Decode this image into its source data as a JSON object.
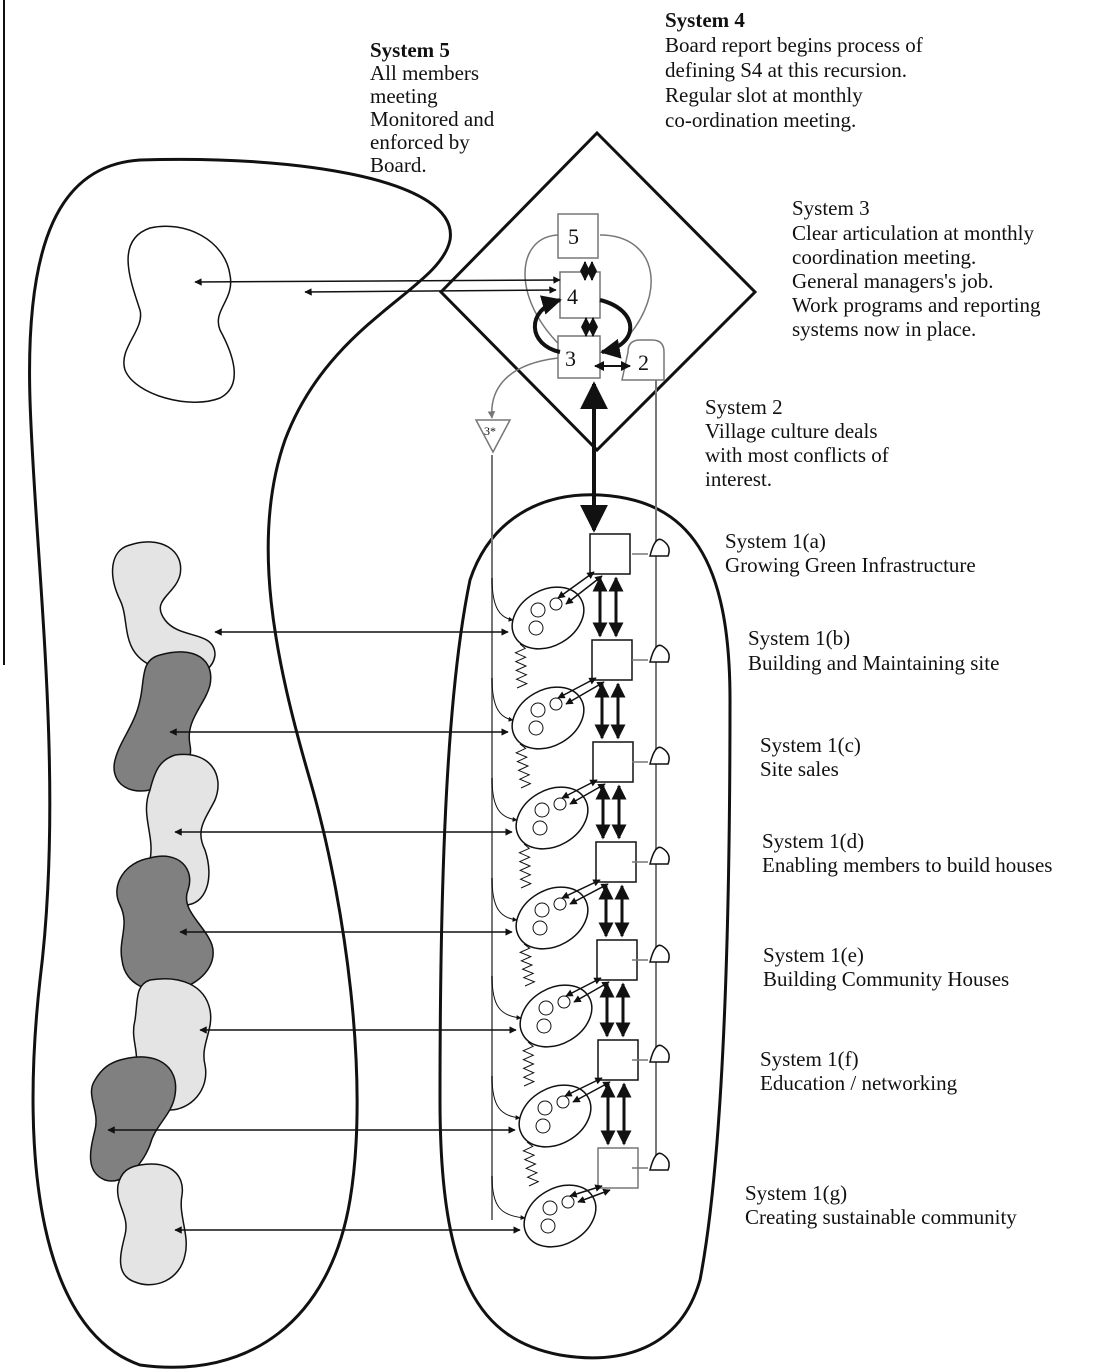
{
  "left_edge_line": true,
  "colors": {
    "ink": "#111111",
    "light_blob": "#e4e4e4",
    "dark_blob": "#808080",
    "grey_line": "#7a7a7a"
  },
  "labels": {
    "s5": [
      "System 5",
      "All members",
      "meeting",
      "Monitored and",
      "enforced by",
      "Board."
    ],
    "s4": [
      "System 4",
      "Board report begins process of",
      "defining S4 at this recursion.",
      "Regular slot at monthly",
      "co-ordination meeting."
    ],
    "s3": [
      "System 3",
      "Clear articulation at monthly",
      "coordination meeting.",
      "General managers's job.",
      "Work programs and reporting",
      "systems now in place."
    ],
    "s2": [
      "System 2",
      "Village culture deals",
      "with most conflicts of",
      "interest."
    ],
    "s1a": [
      "System 1(a)",
      "Growing Green Infrastructure"
    ],
    "s1b": [
      "System 1(b)",
      "Building and Maintaining site"
    ],
    "s1c": [
      "System 1(c)",
      "Site sales"
    ],
    "s1d": [
      "System 1(d)",
      "Enabling members to build houses"
    ],
    "s1e": [
      "System 1(e)",
      "Building Community Houses"
    ],
    "s1f": [
      "System 1(f)",
      "Education / networking"
    ],
    "s1g": [
      "System 1(g)",
      "Creating sustainable community"
    ]
  },
  "boxes": {
    "b5": "5",
    "b4": "4",
    "b3": "3",
    "b2": "2",
    "b3star": "3*"
  }
}
